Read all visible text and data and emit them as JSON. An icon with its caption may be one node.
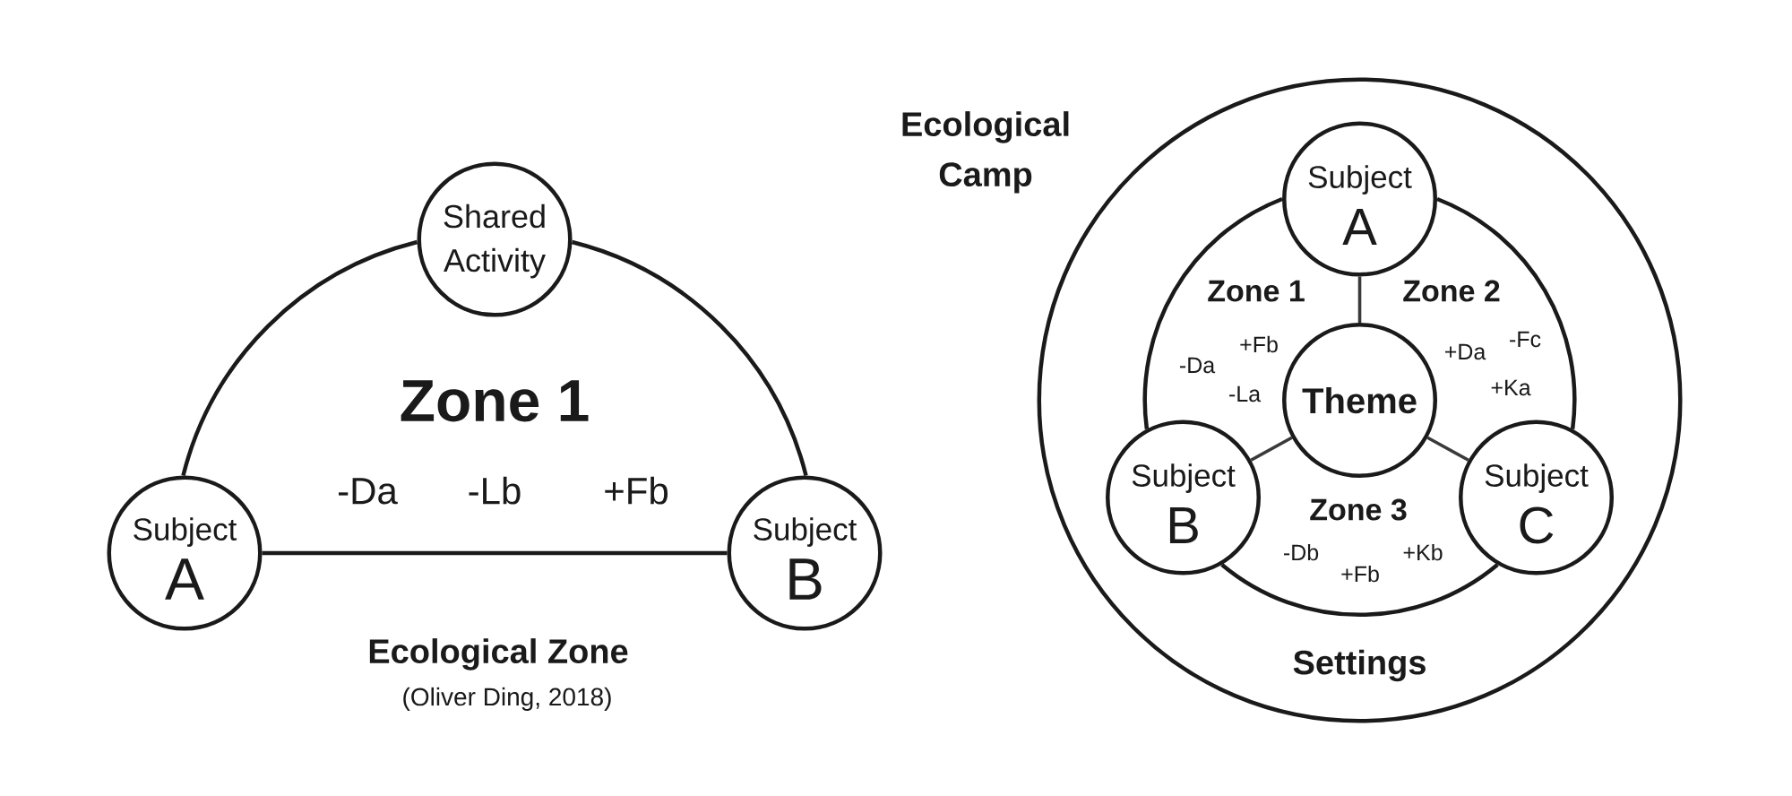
{
  "diagram": {
    "nodes": [
      {
        "text": [
          "Shared Activity"
        ]
      },
      {
        "text": [
          "Subject",
          "A"
        ]
      },
      {
        "text": [
          "Subject",
          "B"
        ]
      },
      {
        "text": [
          "Settings"
        ]
      },
      {
        "text": [
          "Subject",
          "A"
        ],
        "in": 3
      },
      {
        "text": [
          "Theme"
        ],
        "in": 3
      },
      {
        "text": [
          "Subject",
          "B"
        ],
        "in": 3
      },
      {
        "text": [
          "Subject",
          "C"
        ],
        "in": 3
      }
    ],
    "edges": [
      {
        "from": 1,
        "to": 0,
        "arrow": "none"
      },
      {
        "from": 0,
        "to": 2,
        "arrow": "none"
      },
      {
        "from": 1,
        "to": 2,
        "arrow": "none"
      },
      {
        "from": 4,
        "to": 5,
        "arrow": "none",
        "color": "#3a3a3a"
      },
      {
        "from": 5,
        "to": 6,
        "arrow": "none",
        "color": "#3a3a3a"
      },
      {
        "from": 5,
        "to": 7,
        "arrow": "none",
        "color": "#3a3a3a"
      },
      {
        "from": 4,
        "to": 7,
        "arrow": "none"
      },
      {
        "from": 7,
        "to": 6,
        "arrow": "none"
      },
      {
        "from": 6,
        "to": 4,
        "arrow": "none"
      }
    ],
    "labels": [
      "Zone 1",
      "-Da",
      "-Lb",
      "+Fb",
      "Ecological Zone",
      "(Oliver Ding, 2018)",
      "Ecological Camp",
      "Zone 1",
      "Zone 2",
      "+Fb",
      "-Da",
      "-La",
      "+Da",
      "-Fc",
      "+Ka",
      "Zone 3",
      "-Db",
      "+Fb",
      "+Kb"
    ]
  }
}
